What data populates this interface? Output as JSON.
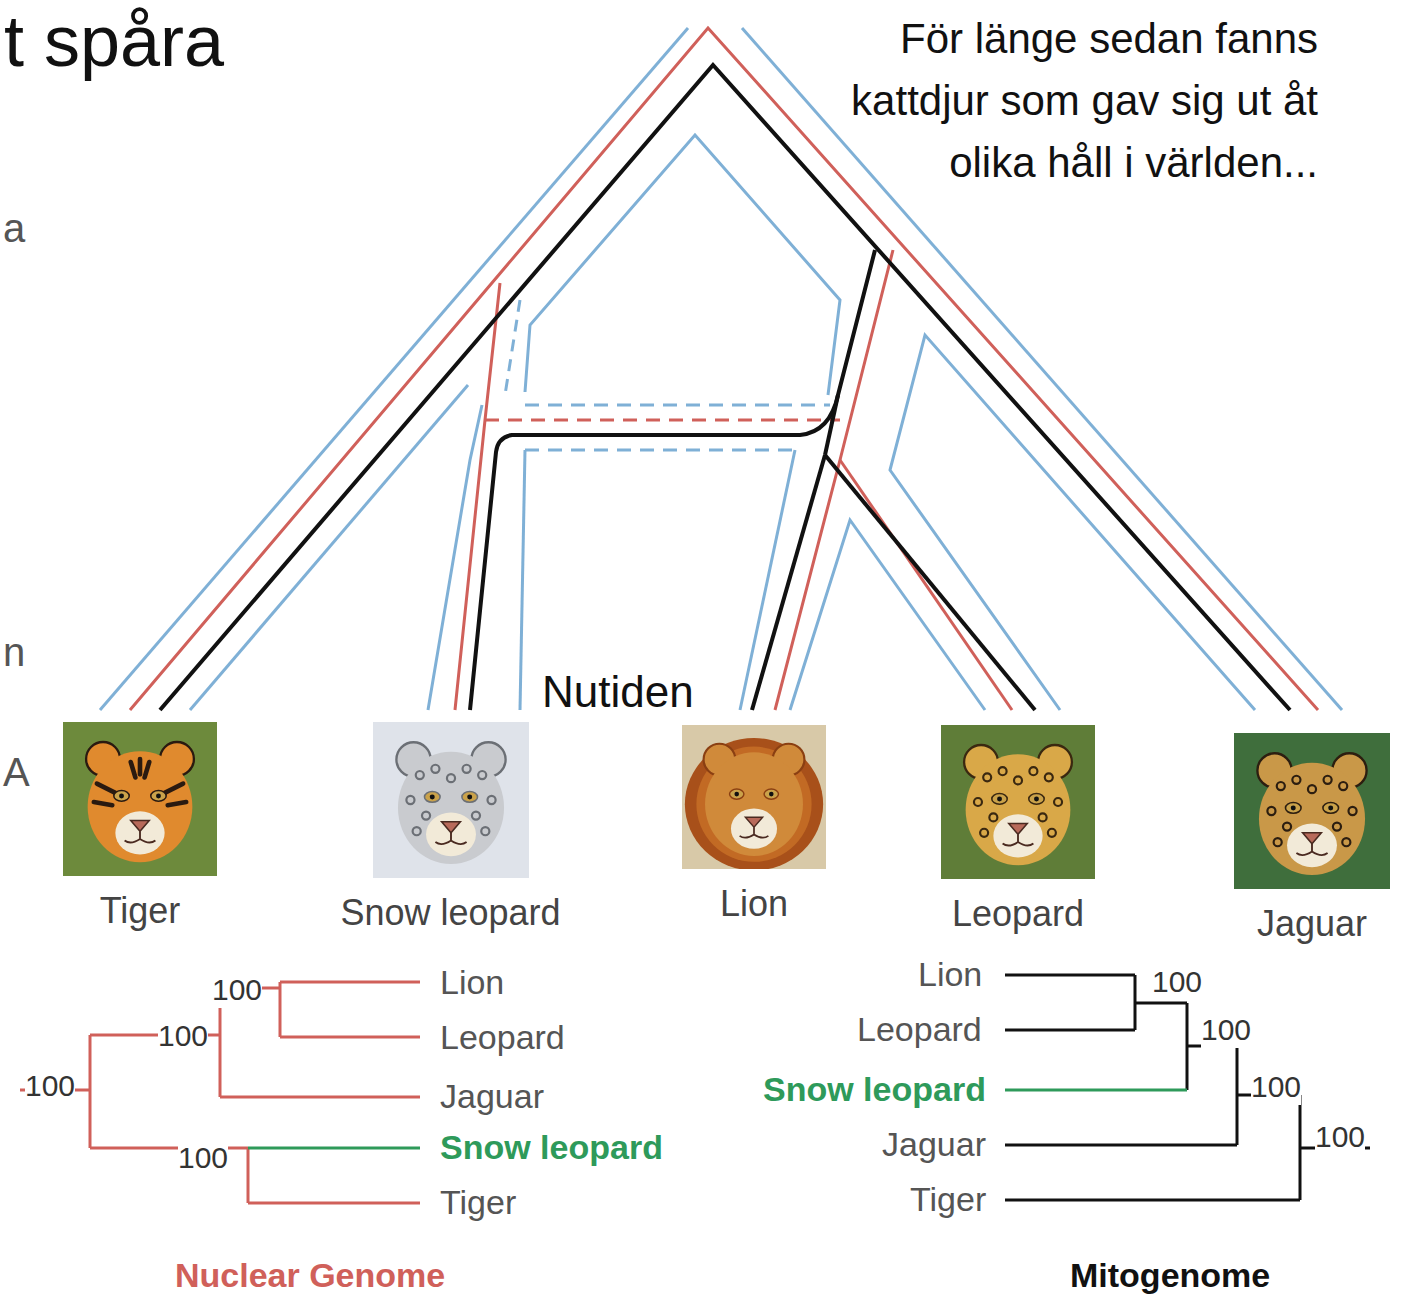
{
  "diagram": {
    "title": "t spåra",
    "nodes": [
      {
        "text": [
          "Tiger"
        ]
      },
      {
        "text": [
          "Snow leopard"
        ]
      },
      {
        "text": [
          "Lion"
        ]
      },
      {
        "text": [
          "Leopard"
        ]
      },
      {
        "text": [
          "Jaguar"
        ]
      }
    ],
    "labels": [
      "a",
      "n",
      "A",
      "För länge sedan fanns kattdjur som gav sig ut åt olika håll i världen...",
      "Nutiden",
      "100",
      "100",
      "100",
      "100",
      "Lion",
      "Leopard",
      "Jaguar",
      "Snow leopard",
      "Tiger",
      "Nuclear Genome",
      "Lion",
      "Leopard",
      "Snow leopard",
      "Jaguar",
      "Tiger",
      "100",
      "100",
      "100",
      "100",
      "Mitogenome"
    ]
  }
}
